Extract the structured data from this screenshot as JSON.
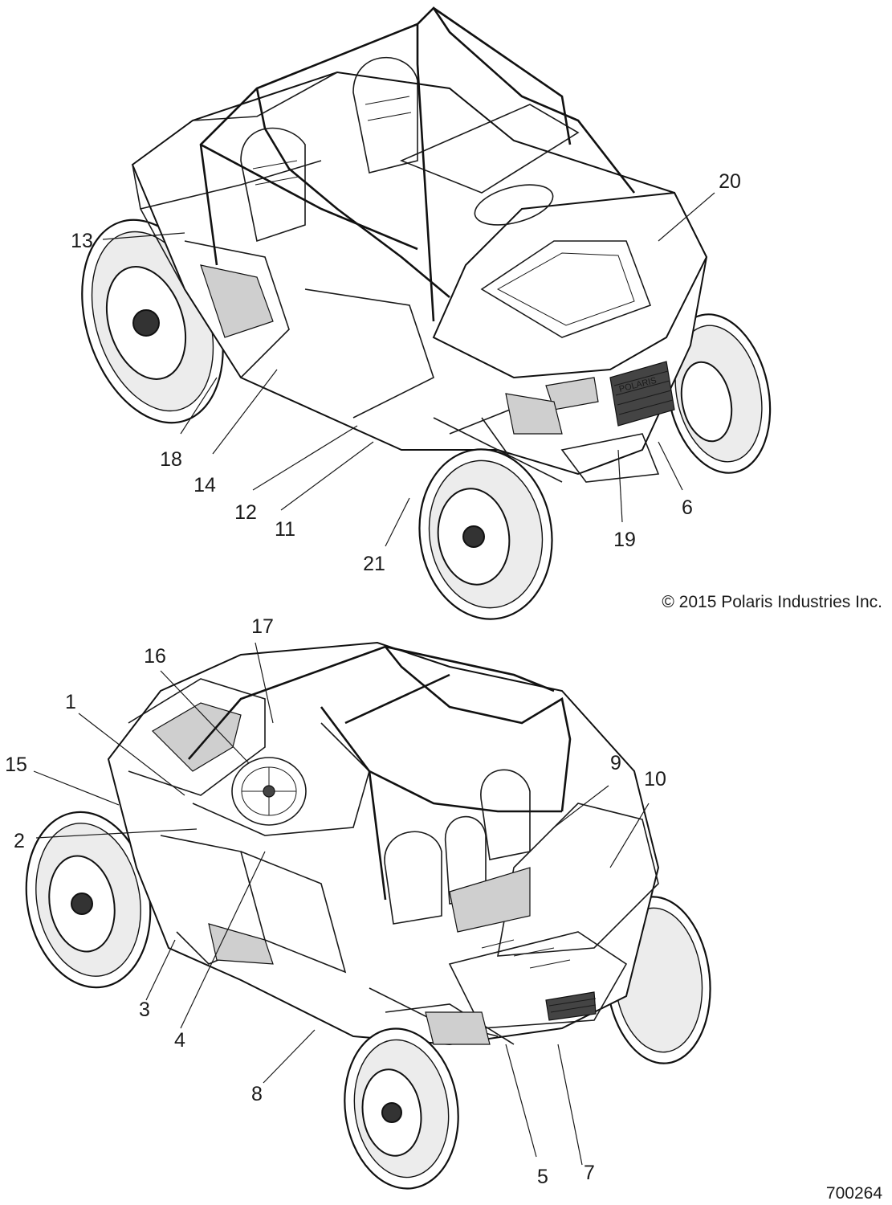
{
  "diagram": {
    "copyright": "© 2015 Polaris Industries Inc.",
    "figure_number": "700264",
    "brand_mark": "POLARIS",
    "callouts": [
      "1",
      "2",
      "3",
      "4",
      "5",
      "6",
      "7",
      "8",
      "9",
      "10",
      "11",
      "12",
      "13",
      "14",
      "15",
      "16",
      "17",
      "18",
      "19",
      "20",
      "21"
    ]
  }
}
